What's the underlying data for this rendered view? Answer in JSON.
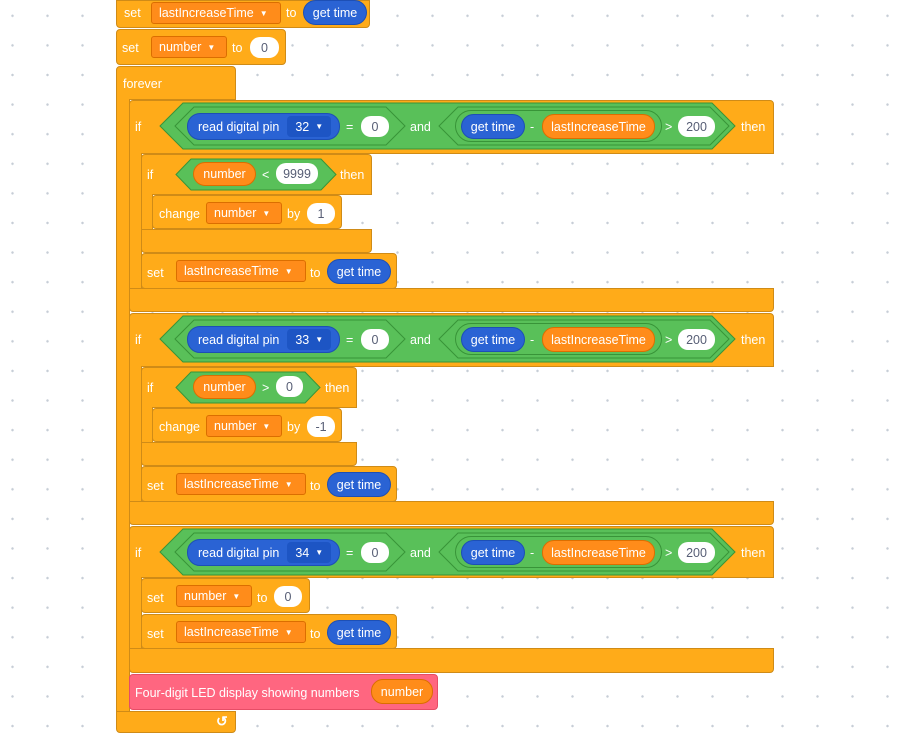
{
  "labels": {
    "set": "set",
    "to": "to",
    "forever": "forever",
    "if": "if",
    "then": "then",
    "and": "and",
    "change": "change",
    "by": "by",
    "minus": "-",
    "lt": "<",
    "gt": ">",
    "eq": "="
  },
  "vars": {
    "last_increase_time": "lastIncreaseTime",
    "number": "number"
  },
  "reporters": {
    "get_time": "get time",
    "read_digital_pin": "read digital pin"
  },
  "values": {
    "zero": "0",
    "one": "1",
    "minus_one": "-1",
    "max": "9999",
    "threshold": "200",
    "pin_a": "32",
    "pin_b": "33",
    "pin_c": "34"
  },
  "display_block": "Four-digit LED display showing numbers",
  "icons": {
    "dropdown": "caret-down-icon",
    "loop": "loop-arrow-icon"
  },
  "colors": {
    "control": "#ffab19",
    "variable": "#ff8c1a",
    "operator": "#59c059",
    "sensor": "#2a63d4",
    "display": "#ff6680"
  }
}
